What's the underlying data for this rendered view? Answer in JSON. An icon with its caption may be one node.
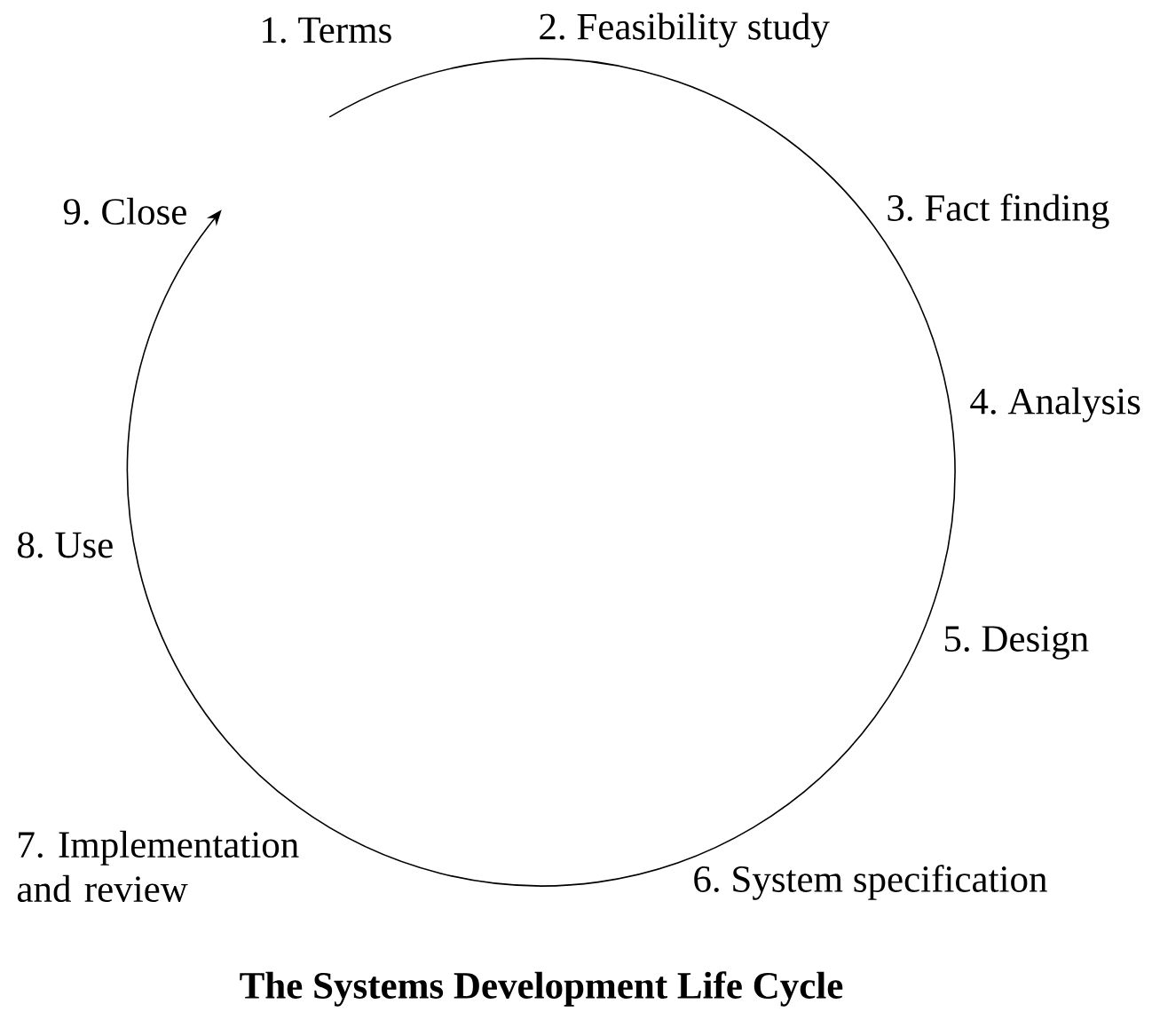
{
  "diagram": {
    "caption": "The Systems Development Life Cycle",
    "nodes": [
      {
        "text": [
          "1. Terms"
        ]
      },
      {
        "text": [
          "2. Feasibility study"
        ]
      },
      {
        "text": [
          "3. Fact finding"
        ]
      },
      {
        "text": [
          "4. Analysis"
        ]
      },
      {
        "text": [
          "5. Design"
        ]
      },
      {
        "text": [
          "6. System specification"
        ]
      },
      {
        "text": [
          "7. Implementation and review"
        ]
      },
      {
        "text": [
          "8. Use"
        ]
      },
      {
        "text": [
          "9. Close"
        ]
      }
    ],
    "edges": [
      {
        "from": 0,
        "to": 8,
        "arrow": "to"
      }
    ]
  }
}
